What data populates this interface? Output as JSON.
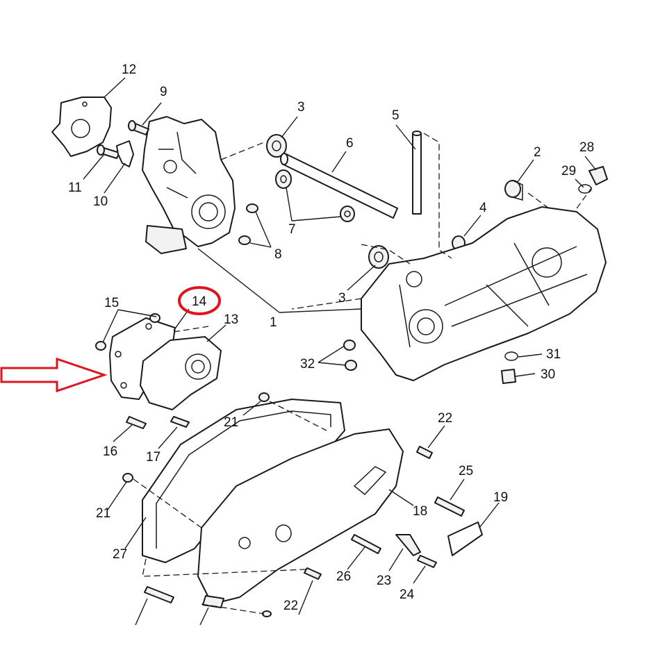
{
  "diagram": {
    "callouts": [
      {
        "id": "c1",
        "label": "1"
      },
      {
        "id": "c2",
        "label": "2"
      },
      {
        "id": "c3a",
        "label": "3"
      },
      {
        "id": "c3b",
        "label": "3"
      },
      {
        "id": "c4",
        "label": "4"
      },
      {
        "id": "c5",
        "label": "5"
      },
      {
        "id": "c6",
        "label": "6"
      },
      {
        "id": "c7",
        "label": "7"
      },
      {
        "id": "c8",
        "label": "8"
      },
      {
        "id": "c9",
        "label": "9"
      },
      {
        "id": "c10",
        "label": "10"
      },
      {
        "id": "c11",
        "label": "11"
      },
      {
        "id": "c12",
        "label": "12"
      },
      {
        "id": "c13",
        "label": "13"
      },
      {
        "id": "c14",
        "label": "14"
      },
      {
        "id": "c15",
        "label": "15"
      },
      {
        "id": "c16",
        "label": "16"
      },
      {
        "id": "c17",
        "label": "17"
      },
      {
        "id": "c18",
        "label": "18"
      },
      {
        "id": "c19",
        "label": "19"
      },
      {
        "id": "c21a",
        "label": "21"
      },
      {
        "id": "c21b",
        "label": "21"
      },
      {
        "id": "c22a",
        "label": "22"
      },
      {
        "id": "c22b",
        "label": "22"
      },
      {
        "id": "c23",
        "label": "23"
      },
      {
        "id": "c24",
        "label": "24"
      },
      {
        "id": "c25",
        "label": "25"
      },
      {
        "id": "c26",
        "label": "26"
      },
      {
        "id": "c27",
        "label": "27"
      },
      {
        "id": "c28",
        "label": "28"
      },
      {
        "id": "c29",
        "label": "29"
      },
      {
        "id": "c30",
        "label": "30"
      },
      {
        "id": "c31",
        "label": "31"
      },
      {
        "id": "c32",
        "label": "32"
      }
    ],
    "highlight": {
      "label": "14",
      "color": "#e0141e"
    },
    "arrow_color": "#e0141e",
    "line_color": "#1a1a1a"
  }
}
